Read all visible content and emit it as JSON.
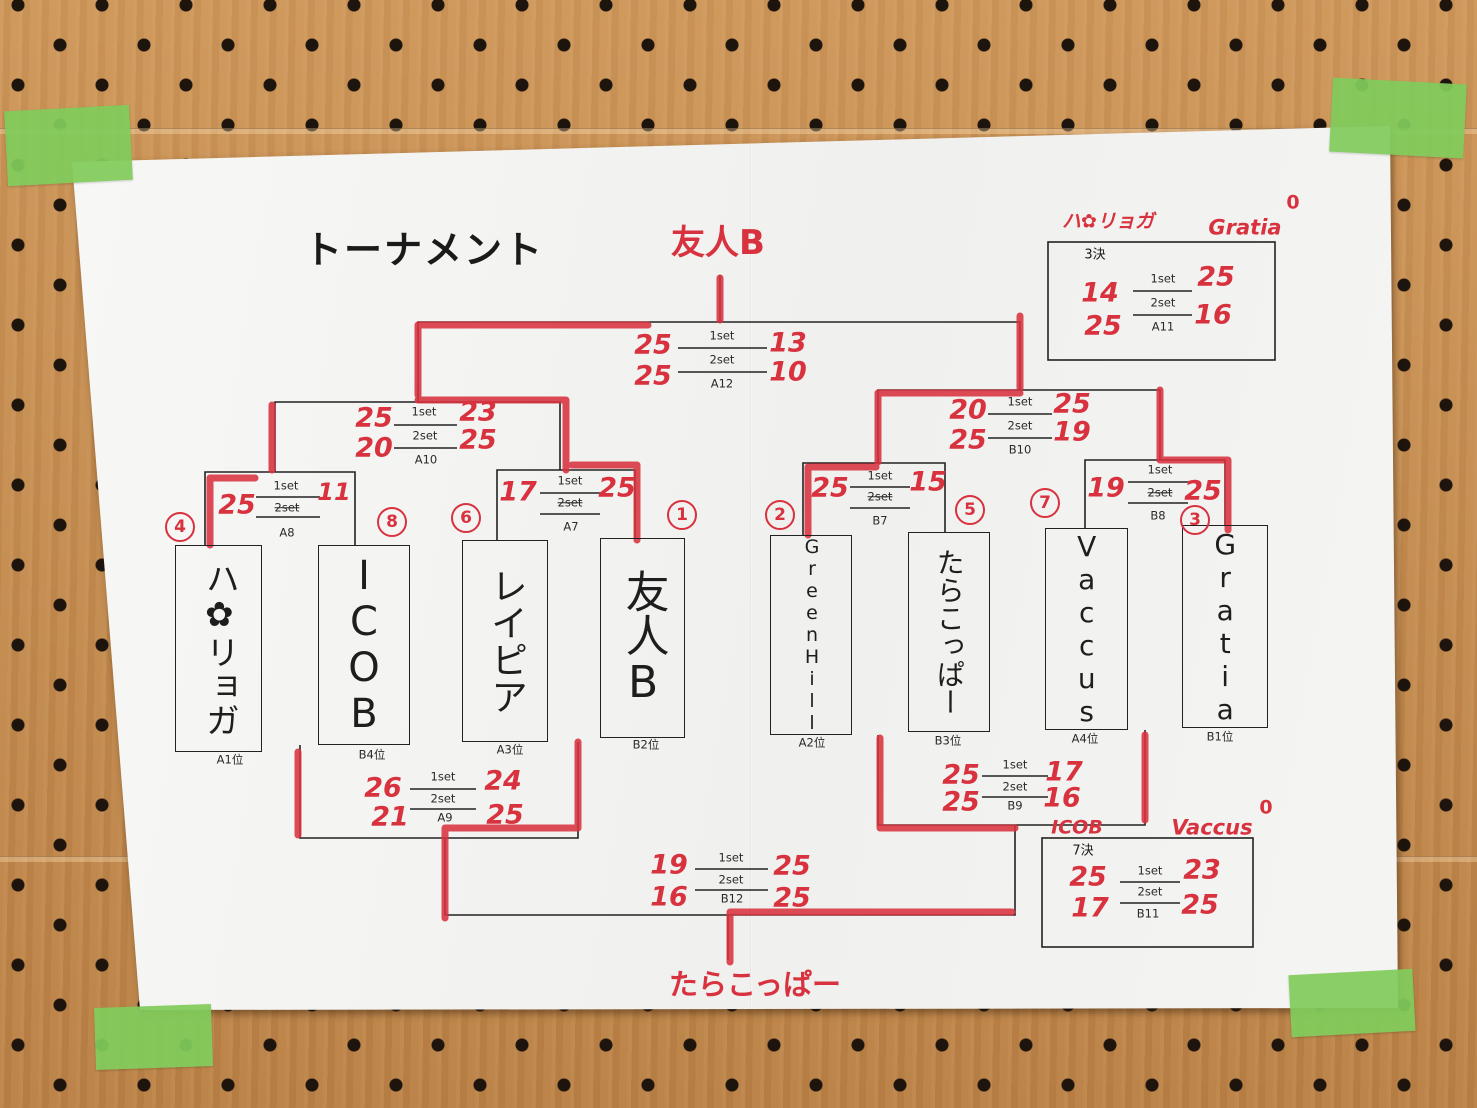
{
  "title": "トーナメント",
  "champion": "友人B",
  "b12_winner": "たらこっぱー",
  "labels": {
    "set1": "1set",
    "set2": "2set"
  },
  "teams": [
    {
      "name": "ハ✿リョガ",
      "seed": "4",
      "rank": "A1位"
    },
    {
      "name": "ICOB",
      "seed": "8",
      "rank": "B4位"
    },
    {
      "name": "レイピア",
      "seed": "6",
      "rank": "A3位"
    },
    {
      "name": "友人B",
      "seed": "1",
      "rank": "B2位"
    },
    {
      "name": "GreenHill",
      "seed": "2",
      "rank": "A2位"
    },
    {
      "name": "たらこっぱー",
      "seed": "5",
      "rank": "B3位"
    },
    {
      "name": "Vaccus",
      "seed": "7",
      "rank": "A4位"
    },
    {
      "name": "Gratia",
      "seed": "3",
      "rank": "B1位"
    }
  ],
  "matches": {
    "A8": {
      "id": "A8",
      "left": [
        25
      ],
      "right": [
        11
      ]
    },
    "A7": {
      "id": "A7",
      "left": [
        17
      ],
      "right": [
        25
      ]
    },
    "B7": {
      "id": "B7",
      "left": [
        25
      ],
      "right": [
        15
      ]
    },
    "B8": {
      "id": "B8",
      "left": [
        19
      ],
      "right": [
        25
      ]
    },
    "A10": {
      "id": "A10",
      "left": [
        25,
        20
      ],
      "right": [
        23,
        25
      ]
    },
    "B10": {
      "id": "B10",
      "left": [
        20,
        25
      ],
      "right": [
        25,
        19
      ]
    },
    "A12": {
      "id": "A12",
      "left": [
        25,
        25
      ],
      "right": [
        13,
        10
      ]
    },
    "A9": {
      "id": "A9",
      "left": [
        26,
        21
      ],
      "right": [
        24,
        25
      ]
    },
    "B9": {
      "id": "B9",
      "left": [
        25,
        25
      ],
      "right": [
        17,
        16
      ]
    },
    "B12": {
      "id": "B12",
      "left": [
        19,
        16
      ],
      "right": [
        25,
        25
      ]
    }
  },
  "third_place": {
    "label": "3決",
    "id": "A11",
    "left_team": "ハ✿リョガ",
    "right_team": "Gratia",
    "right_mark": "0",
    "left": [
      14,
      25
    ],
    "right": [
      25,
      16
    ]
  },
  "seventh_place": {
    "label": "7決",
    "id": "B11",
    "left_team": "ICOB",
    "right_team": "Vaccus",
    "right_mark": "0",
    "left": [
      25,
      17
    ],
    "right": [
      23,
      25
    ]
  },
  "colors": {
    "marker_red": "#d8323f",
    "ink": "#222222",
    "paper": "#f5f5f3",
    "pegboard": "#c68b4c",
    "tape_green": "#82cc5c"
  }
}
